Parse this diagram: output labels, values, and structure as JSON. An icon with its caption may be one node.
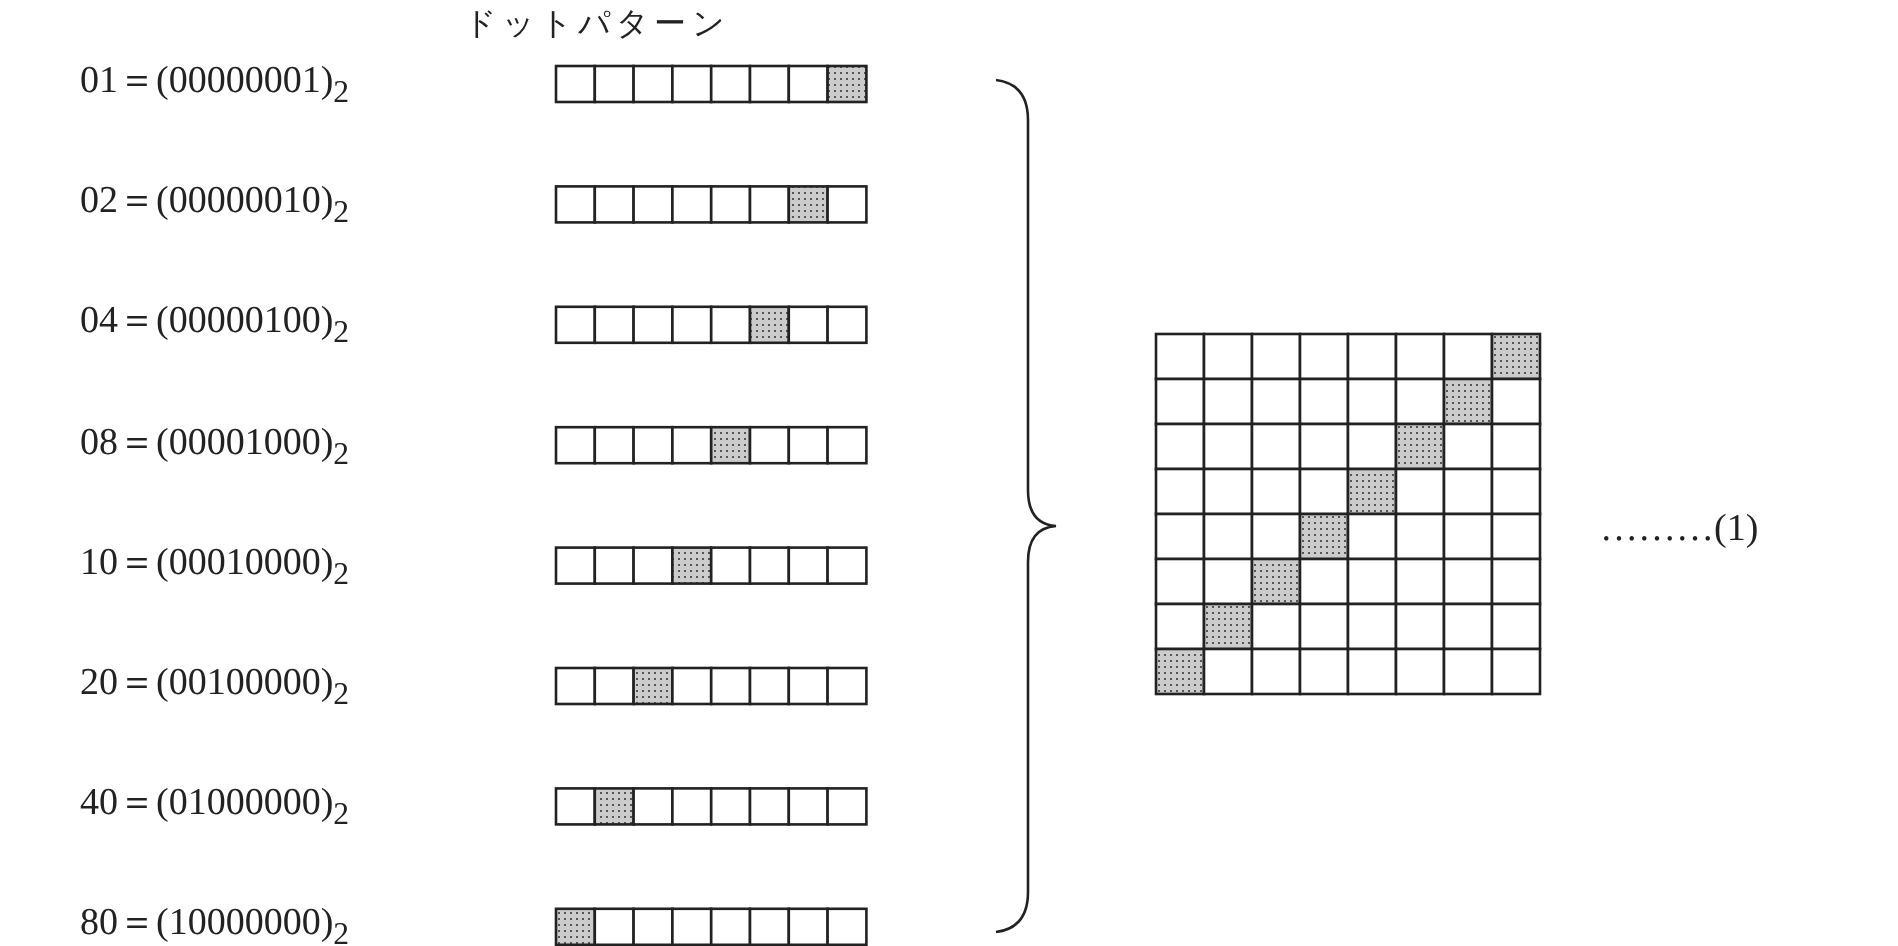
{
  "diagram": {
    "labels": [
      "ドットパターン",
      "01＝(00000001)$_{2}$",
      "02＝(00000010)$_{2}$",
      "04＝(00000100)$_{2}$",
      "08＝(00001000)$_{2}$",
      "10＝(00010000)$_{2}$",
      "20＝(00100000)$_{2}$",
      "40＝(01000000)$_{2}$",
      "80＝(10000000)$_{2}$",
      "………(1)"
    ]
  }
}
